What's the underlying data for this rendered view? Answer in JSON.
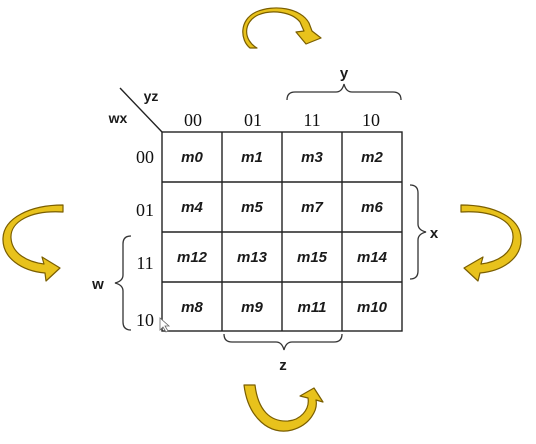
{
  "labels": {
    "row_var": "wx",
    "col_var": "yz",
    "y": "y",
    "x": "x",
    "w": "w",
    "z": "z"
  },
  "columns": [
    "00",
    "01",
    "11",
    "10"
  ],
  "rows": [
    "00",
    "01",
    "11",
    "10"
  ],
  "cells": [
    [
      "m0",
      "m1",
      "m3",
      "m2"
    ],
    [
      "m4",
      "m5",
      "m7",
      "m6"
    ],
    [
      "m12",
      "m13",
      "m15",
      "m14"
    ],
    [
      "m8",
      "m9",
      "m11",
      "m10"
    ]
  ],
  "arrows": {
    "top": "rotate-arrow-icon",
    "bottom": "rotate-arrow-icon",
    "left": "rotate-arrow-icon",
    "right": "rotate-arrow-icon"
  },
  "colors": {
    "arrow_fill": "#e8c21c",
    "arrow_stroke": "#7a5e00",
    "grid": "#222222"
  }
}
